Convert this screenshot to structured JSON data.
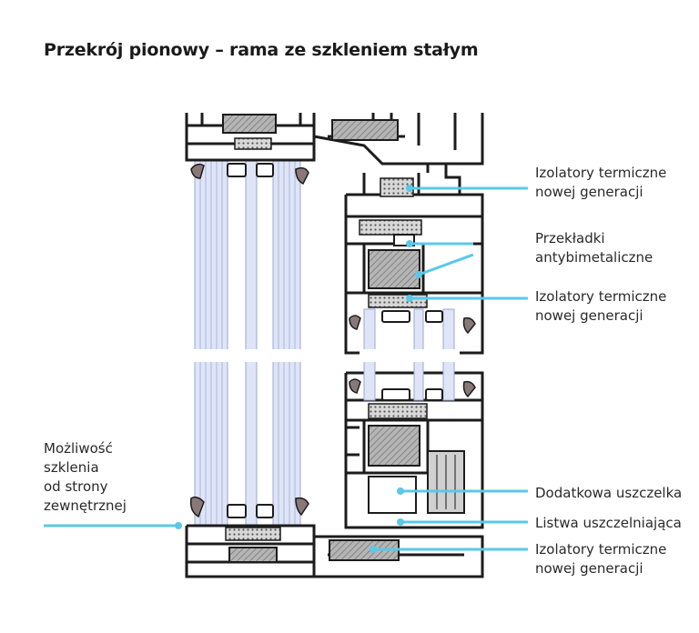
{
  "title": "Przekrój pionowy – rama ze szkleniem stałym",
  "colors": {
    "profile": "#1c1c1c",
    "leader": "#5bc8e8",
    "glass": "#c9d3ee",
    "insulator": "#9a9a9a",
    "gasket": "#8a7878"
  },
  "callouts": {
    "izolatory_1": {
      "line1": "Izolatory termiczne",
      "line2": "nowej generacji"
    },
    "przekladki": {
      "line1": "Przekładki",
      "line2": "antybimetaliczne"
    },
    "izolatory_2": {
      "line1": "Izolatory termiczne",
      "line2": "nowej generacji"
    },
    "mozliwosc": {
      "line1": "Możliwość",
      "line2": "szklenia",
      "line3": "od strony",
      "line4": "zewnętrznej"
    },
    "uszczelka": {
      "line1": "Dodatkowa uszczelka"
    },
    "listwa": {
      "line1": "Listwa uszczelniająca"
    },
    "izolatory_3": {
      "line1": "Izolatory termiczne",
      "line2": "nowej generacji"
    }
  }
}
